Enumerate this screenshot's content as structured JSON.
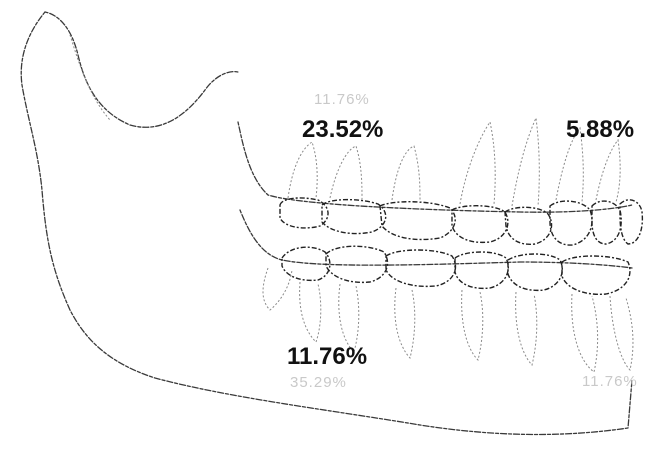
{
  "labels": {
    "upper_faint": "11.76%",
    "upper_front": "23.52%",
    "upper_back": "5.88%",
    "lower_front": "11.76%",
    "lower_faint": "35.29%",
    "lower_back_faint": "11.76%"
  },
  "colors": {
    "outline": "#3a3a3a",
    "label": "#111111",
    "faint_label": "#c9c9c9",
    "background": "#ffffff"
  }
}
